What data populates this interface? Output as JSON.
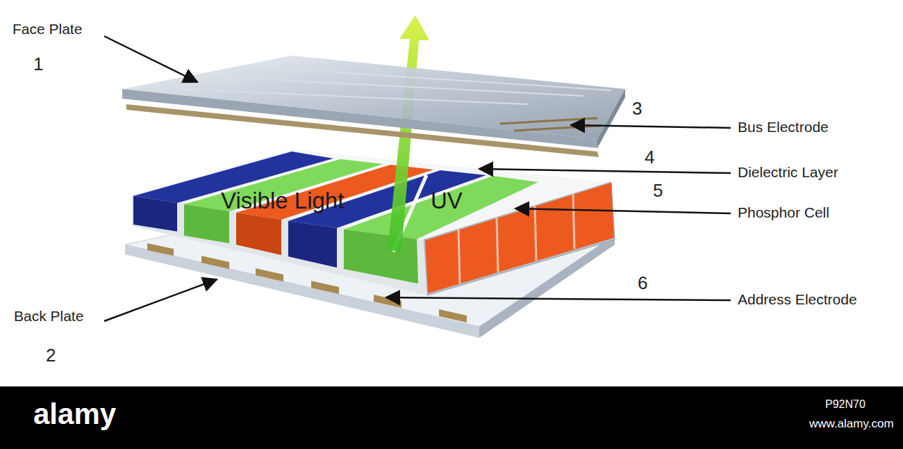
{
  "diagram": {
    "labels": [
      "Face Plate",
      "1",
      "3",
      "Bus Electrode",
      "4",
      "Dielectric Layer",
      "5",
      "Phosphor Cell",
      "6",
      "Address Electrode",
      "Back Plate",
      "2",
      "Visible Light",
      "UV",
      "alamy",
      "P92N70",
      "www.alamy.com"
    ]
  }
}
